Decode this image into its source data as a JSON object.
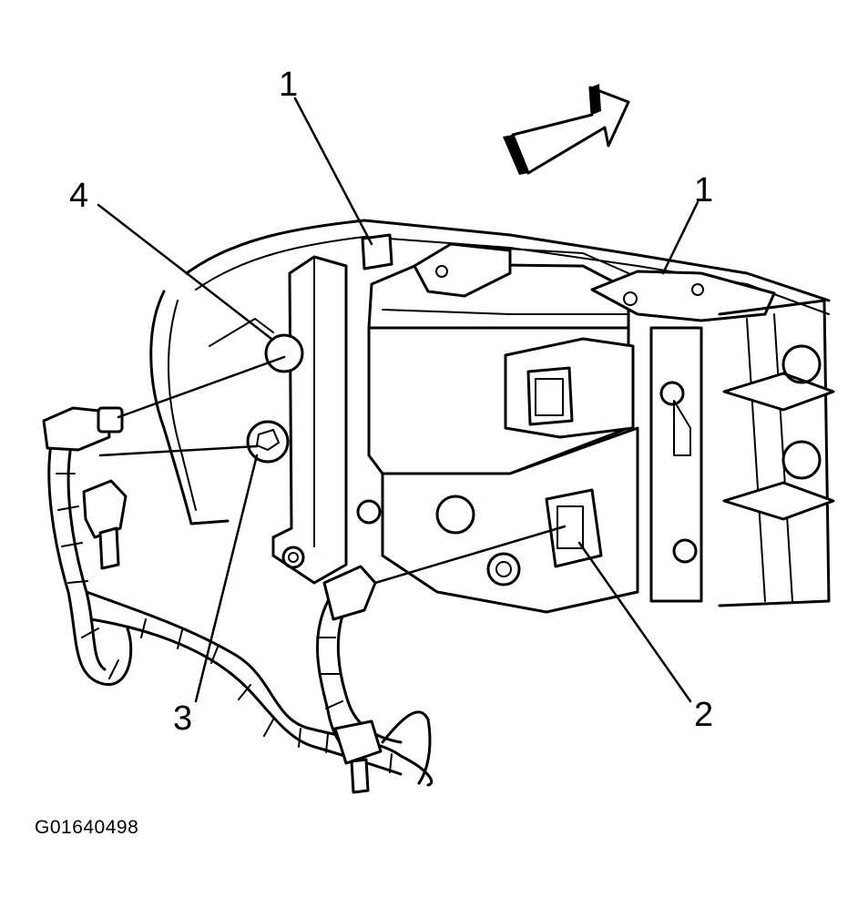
{
  "figure_id": "G01640498",
  "callouts": [
    "1",
    "1",
    "2",
    "3",
    "4"
  ],
  "icons": {
    "direction_arrow": "forward-direction-arrow-icon"
  }
}
